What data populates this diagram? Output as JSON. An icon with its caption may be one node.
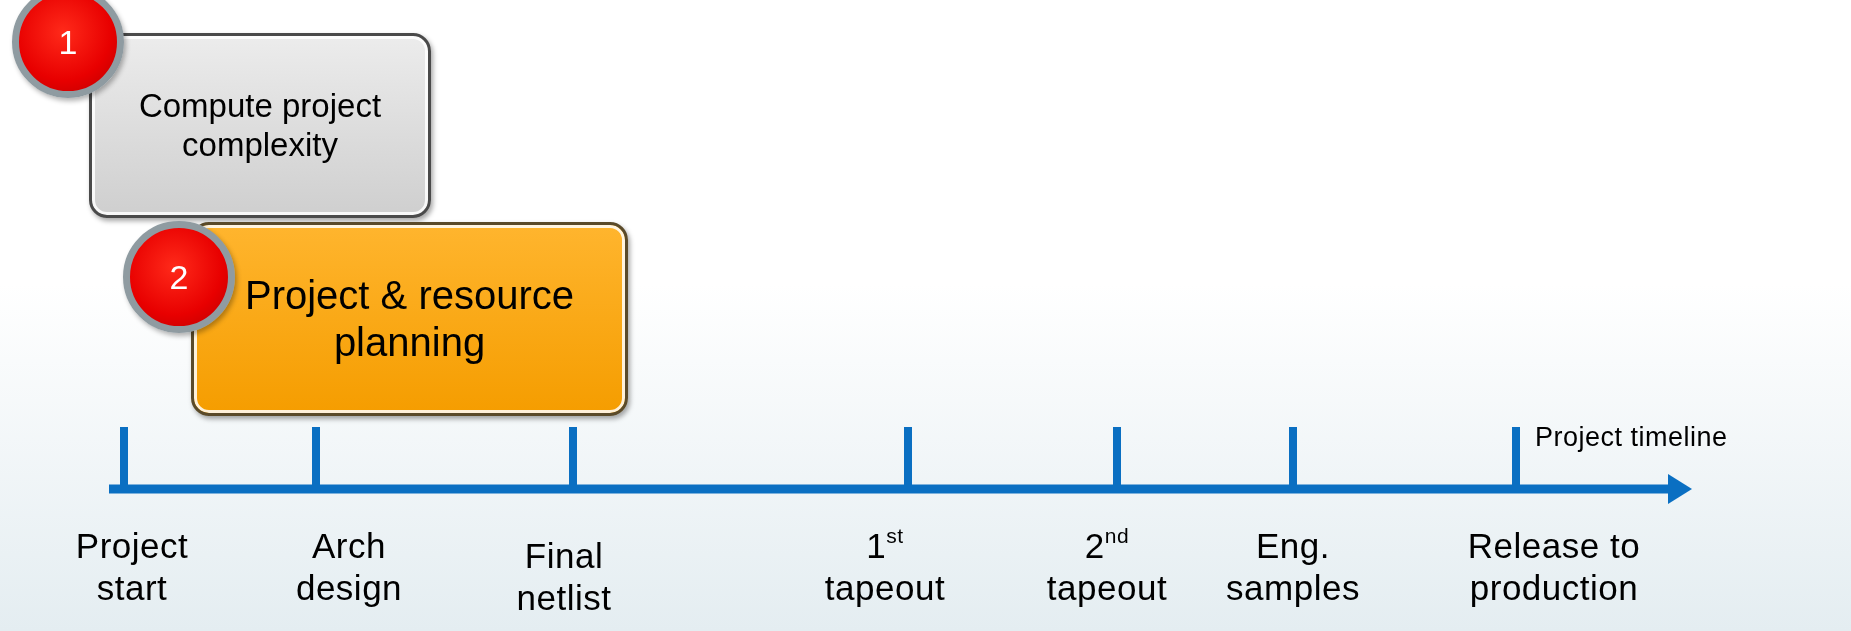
{
  "diagram": {
    "nodes": [
      {
        "text": [
          "Compute project complexity"
        ]
      },
      {
        "text": [
          "1"
        ]
      },
      {
        "text": [
          "Project & resource planning"
        ]
      },
      {
        "text": [
          "2"
        ]
      }
    ],
    "labels": [
      "Project timeline",
      "Project start",
      "Arch design",
      "Final netlist",
      "1$^{st}$ tapeout",
      "2$^{nd}$ tapeout",
      "Eng. samples",
      "Release to production"
    ]
  }
}
